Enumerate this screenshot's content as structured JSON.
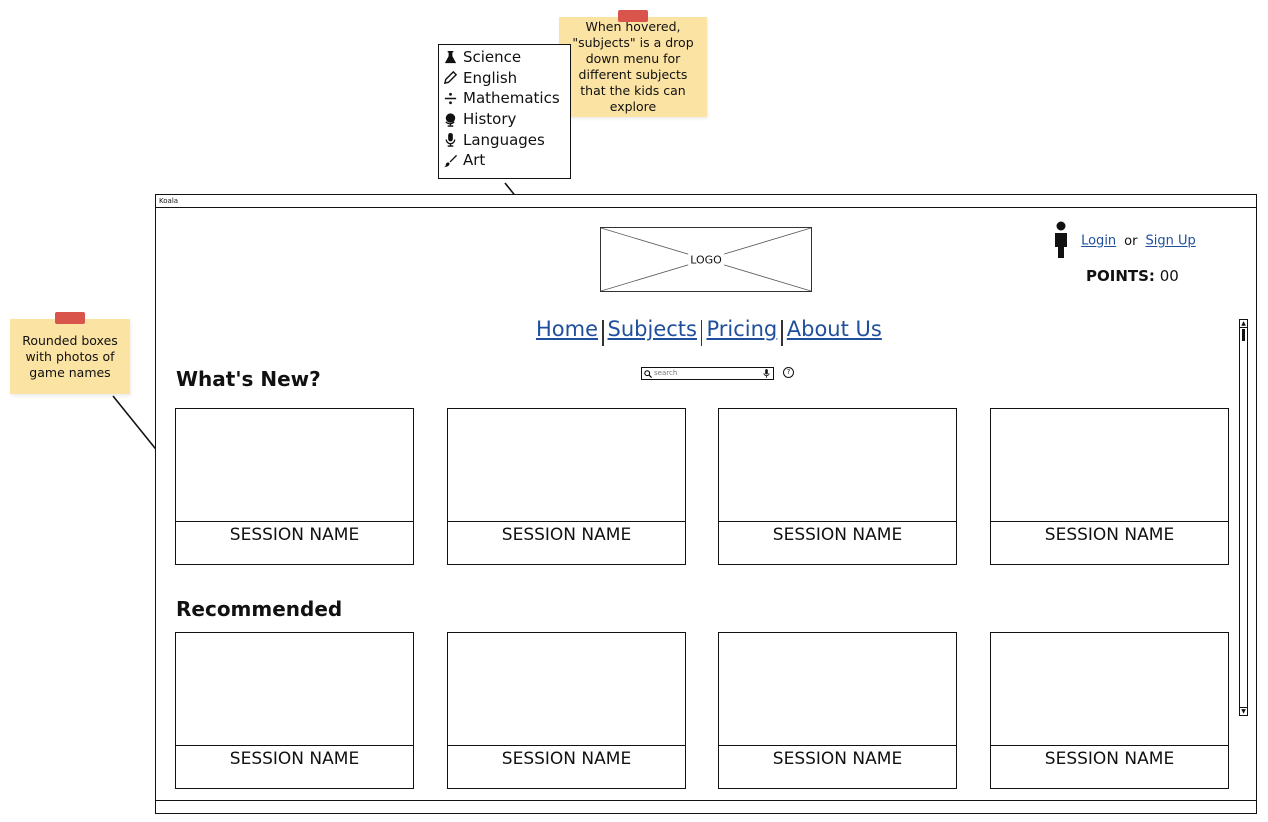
{
  "notes": {
    "subjects_note": "When hovered, \"subjects\" is a drop down menu for different subjects that the kids can explore",
    "boxes_note": "Rounded boxes with photos of game names"
  },
  "dropdown": {
    "items": [
      {
        "label": "Science",
        "icon": "beaker-icon"
      },
      {
        "label": "English",
        "icon": "pencil-icon"
      },
      {
        "label": "Mathematics",
        "icon": "divide-icon"
      },
      {
        "label": "History",
        "icon": "globe-icon"
      },
      {
        "label": "Languages",
        "icon": "microphone-icon"
      },
      {
        "label": "Art",
        "icon": "brush-icon"
      }
    ]
  },
  "window": {
    "title": "Koala"
  },
  "header": {
    "logo_text": "LOGO",
    "login_label": "Login",
    "or_text": "or",
    "signup_label": "Sign Up",
    "points_label": "POINTS:",
    "points_value": "00"
  },
  "nav": {
    "items": [
      "Home",
      "Subjects",
      "Pricing",
      "About Us"
    ]
  },
  "search": {
    "placeholder": "search",
    "help": "?"
  },
  "sections": [
    {
      "title": "What's New?",
      "cards": [
        "SESSION NAME",
        "SESSION NAME",
        "SESSION NAME",
        "SESSION NAME"
      ]
    },
    {
      "title": "Recommended",
      "cards": [
        "SESSION NAME",
        "SESSION NAME",
        "SESSION NAME",
        "SESSION NAME"
      ]
    }
  ],
  "colors": {
    "note": "#fbe3a3",
    "tape": "#d9544a",
    "link": "#1f4f9c"
  }
}
